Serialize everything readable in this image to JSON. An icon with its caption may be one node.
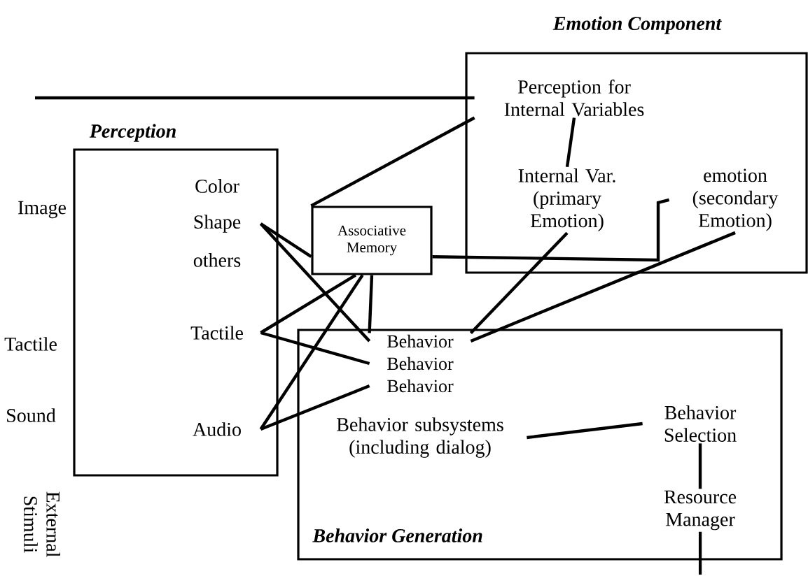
{
  "diagram": {
    "nodes": [
      {
        "text": [
          "Perception"
        ]
      },
      {
        "text": [
          "Color"
        ],
        "in": 0
      },
      {
        "text": [
          "Shape"
        ],
        "in": 0
      },
      {
        "text": [
          "others"
        ],
        "in": 0
      },
      {
        "text": [
          "Tactile"
        ],
        "in": 0
      },
      {
        "text": [
          "Audio"
        ],
        "in": 0
      },
      {
        "text": [
          "Associative Memory"
        ]
      },
      {
        "text": [
          "Emotion Component"
        ]
      },
      {
        "text": [
          "Perception for Internal Variables"
        ],
        "in": 7
      },
      {
        "text": [
          "Internal Var. (primary Emotion)"
        ],
        "in": 7
      },
      {
        "text": [
          "emotion (secondary Emotion)"
        ],
        "in": 7
      },
      {
        "text": [
          "Behavior Generation"
        ]
      },
      {
        "text": [
          "Behavior"
        ],
        "in": 11
      },
      {
        "text": [
          "Behavior"
        ],
        "in": 11
      },
      {
        "text": [
          "Behavior"
        ],
        "in": 11
      },
      {
        "text": [
          "Behavior subsystems (including dialog)"
        ],
        "in": 11
      },
      {
        "text": [
          "Behavior Selection"
        ],
        "in": 11
      },
      {
        "text": [
          "Resource Manager"
        ],
        "in": 11
      }
    ],
    "edges": [
      {
        "from": null,
        "to": 8,
        "arrow": "none"
      },
      {
        "from": 6,
        "to": 8,
        "arrow": "none"
      },
      {
        "from": 8,
        "to": 9,
        "arrow": "none"
      },
      {
        "from": 6,
        "to": 10,
        "arrow": "none"
      },
      {
        "from": 2,
        "to": 6,
        "arrow": "none"
      },
      {
        "from": 2,
        "to": 12,
        "arrow": "none"
      },
      {
        "from": 6,
        "to": 4,
        "arrow": "none"
      },
      {
        "from": 6,
        "to": 5,
        "arrow": "none"
      },
      {
        "from": 4,
        "to": 13,
        "arrow": "none"
      },
      {
        "from": 5,
        "to": 14,
        "arrow": "none"
      },
      {
        "from": 6,
        "to": 12,
        "arrow": "none"
      },
      {
        "from": 9,
        "to": 12,
        "arrow": "none"
      },
      {
        "from": 10,
        "to": 12,
        "arrow": "none"
      },
      {
        "from": 15,
        "to": 16,
        "arrow": "none"
      },
      {
        "from": 16,
        "to": 17,
        "arrow": "none"
      },
      {
        "from": 17,
        "to": null,
        "arrow": "none"
      }
    ],
    "labels": [
      "Image",
      "Tactile",
      "Sound",
      "External Stimuli"
    ]
  }
}
